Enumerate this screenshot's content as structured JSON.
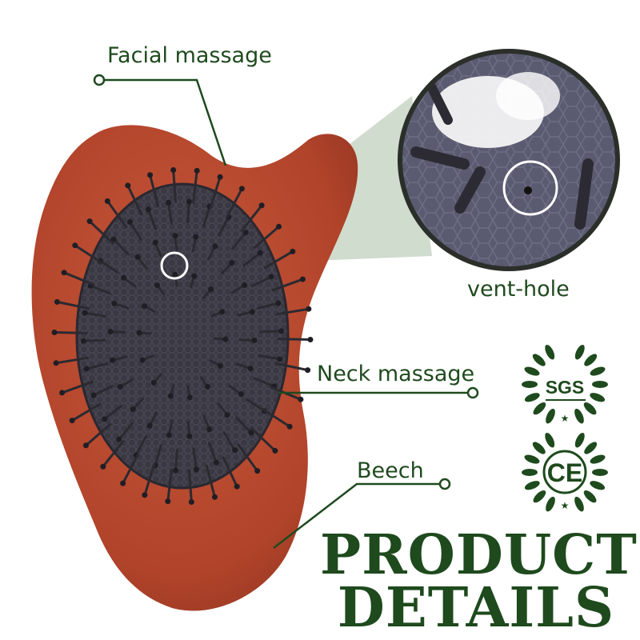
{
  "labels": {
    "facial": "Facial massage",
    "vent": "vent-hole",
    "neck": "Neck massage",
    "beech": "Beech"
  },
  "badges": {
    "sgs": "SGS",
    "ce": "CE"
  },
  "title": {
    "line1": "PRODUCT",
    "line2": "DETAILS"
  },
  "colors": {
    "brand_green": "#1e4a1d",
    "wood": "#b5482c",
    "pad": "#3c3944"
  }
}
